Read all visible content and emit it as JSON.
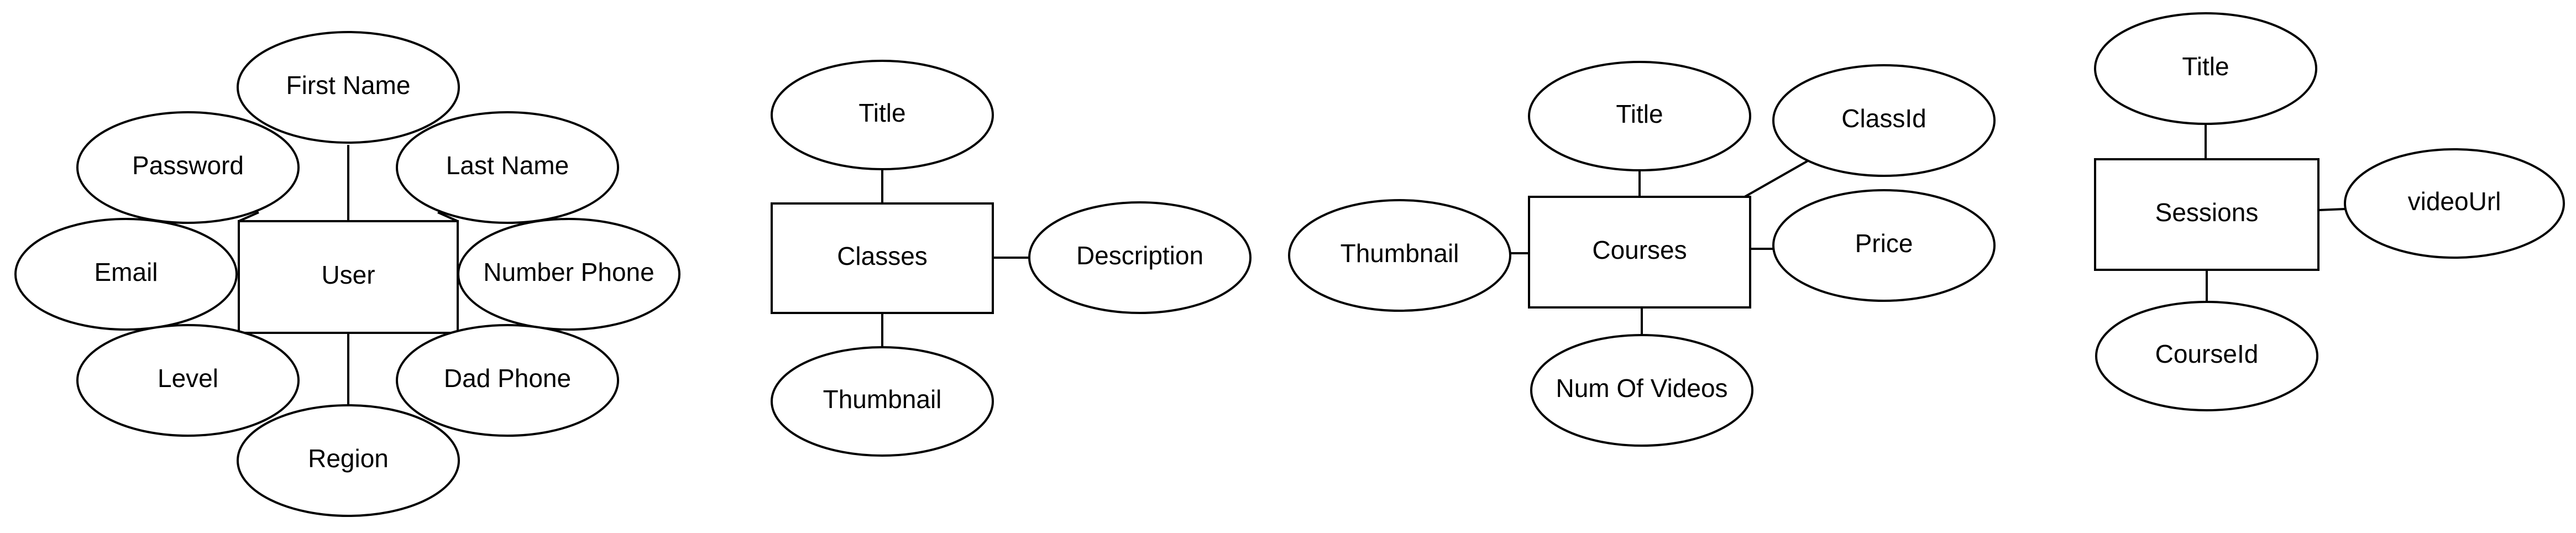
{
  "diagram": {
    "entities": [
      {
        "name": "User",
        "attributes": [
          "First Name",
          "Password",
          "Last Name",
          "Email",
          "Number Phone",
          "Level",
          "Dad Phone",
          "Region"
        ]
      },
      {
        "name": "Classes",
        "attributes": [
          "Title",
          "Description",
          "Thumbnail"
        ]
      },
      {
        "name": "Courses",
        "attributes": [
          "Title",
          "ClassId",
          "Thumbnail",
          "Price",
          "Num Of Videos"
        ]
      },
      {
        "name": "Sessions",
        "attributes": [
          "Title",
          "videoUrl",
          "CourseId"
        ]
      }
    ]
  }
}
